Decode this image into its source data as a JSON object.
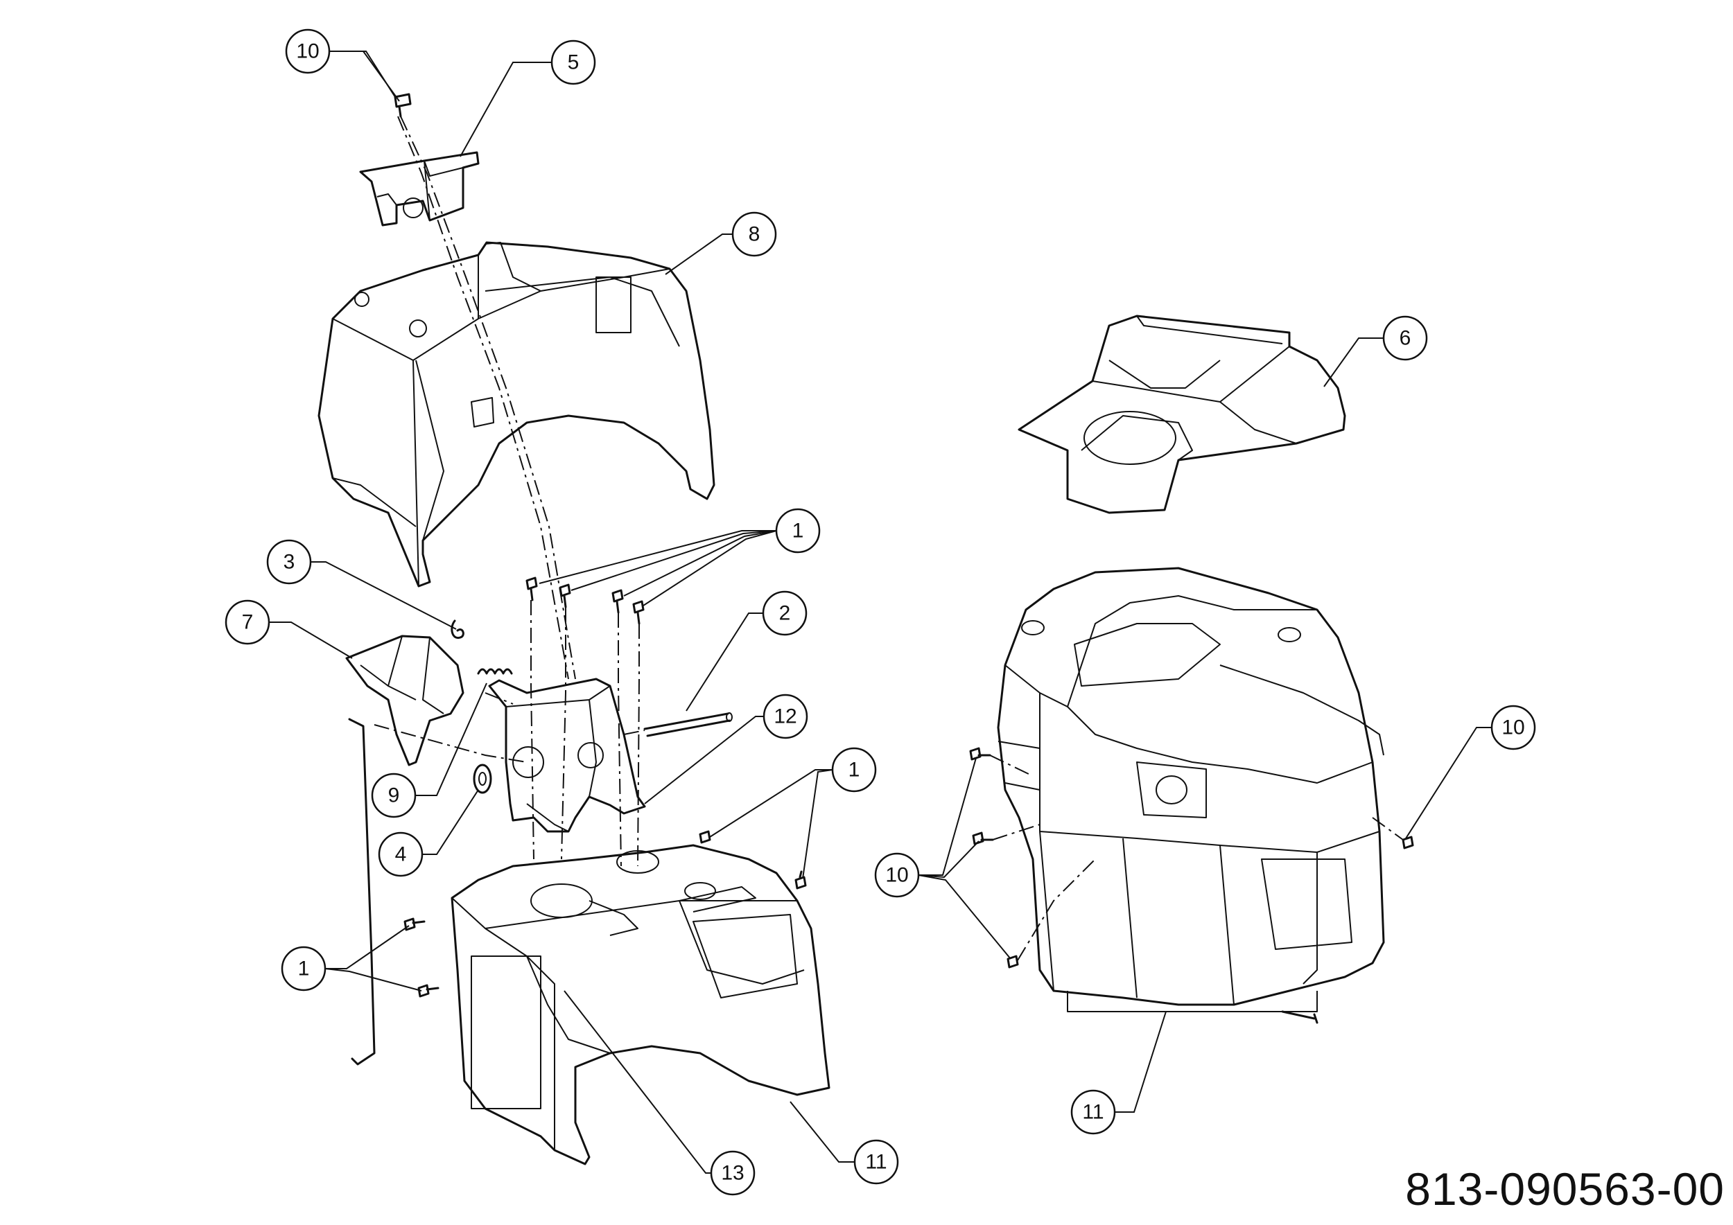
{
  "drawing_number": "813-090563-00",
  "callouts": [
    {
      "id": "c10-top",
      "label": "10"
    },
    {
      "id": "c5",
      "label": "5"
    },
    {
      "id": "c8",
      "label": "8"
    },
    {
      "id": "c6",
      "label": "6"
    },
    {
      "id": "c1-a",
      "label": "1"
    },
    {
      "id": "c3",
      "label": "3"
    },
    {
      "id": "c7",
      "label": "7"
    },
    {
      "id": "c2",
      "label": "2"
    },
    {
      "id": "c12",
      "label": "12"
    },
    {
      "id": "c9",
      "label": "9"
    },
    {
      "id": "c4",
      "label": "4"
    },
    {
      "id": "c1-b",
      "label": "1"
    },
    {
      "id": "c1-c",
      "label": "1"
    },
    {
      "id": "c13",
      "label": "13"
    },
    {
      "id": "c11-left",
      "label": "11"
    },
    {
      "id": "c10-right",
      "label": "10"
    },
    {
      "id": "c10-left",
      "label": "10"
    },
    {
      "id": "c11-right",
      "label": "11"
    }
  ]
}
